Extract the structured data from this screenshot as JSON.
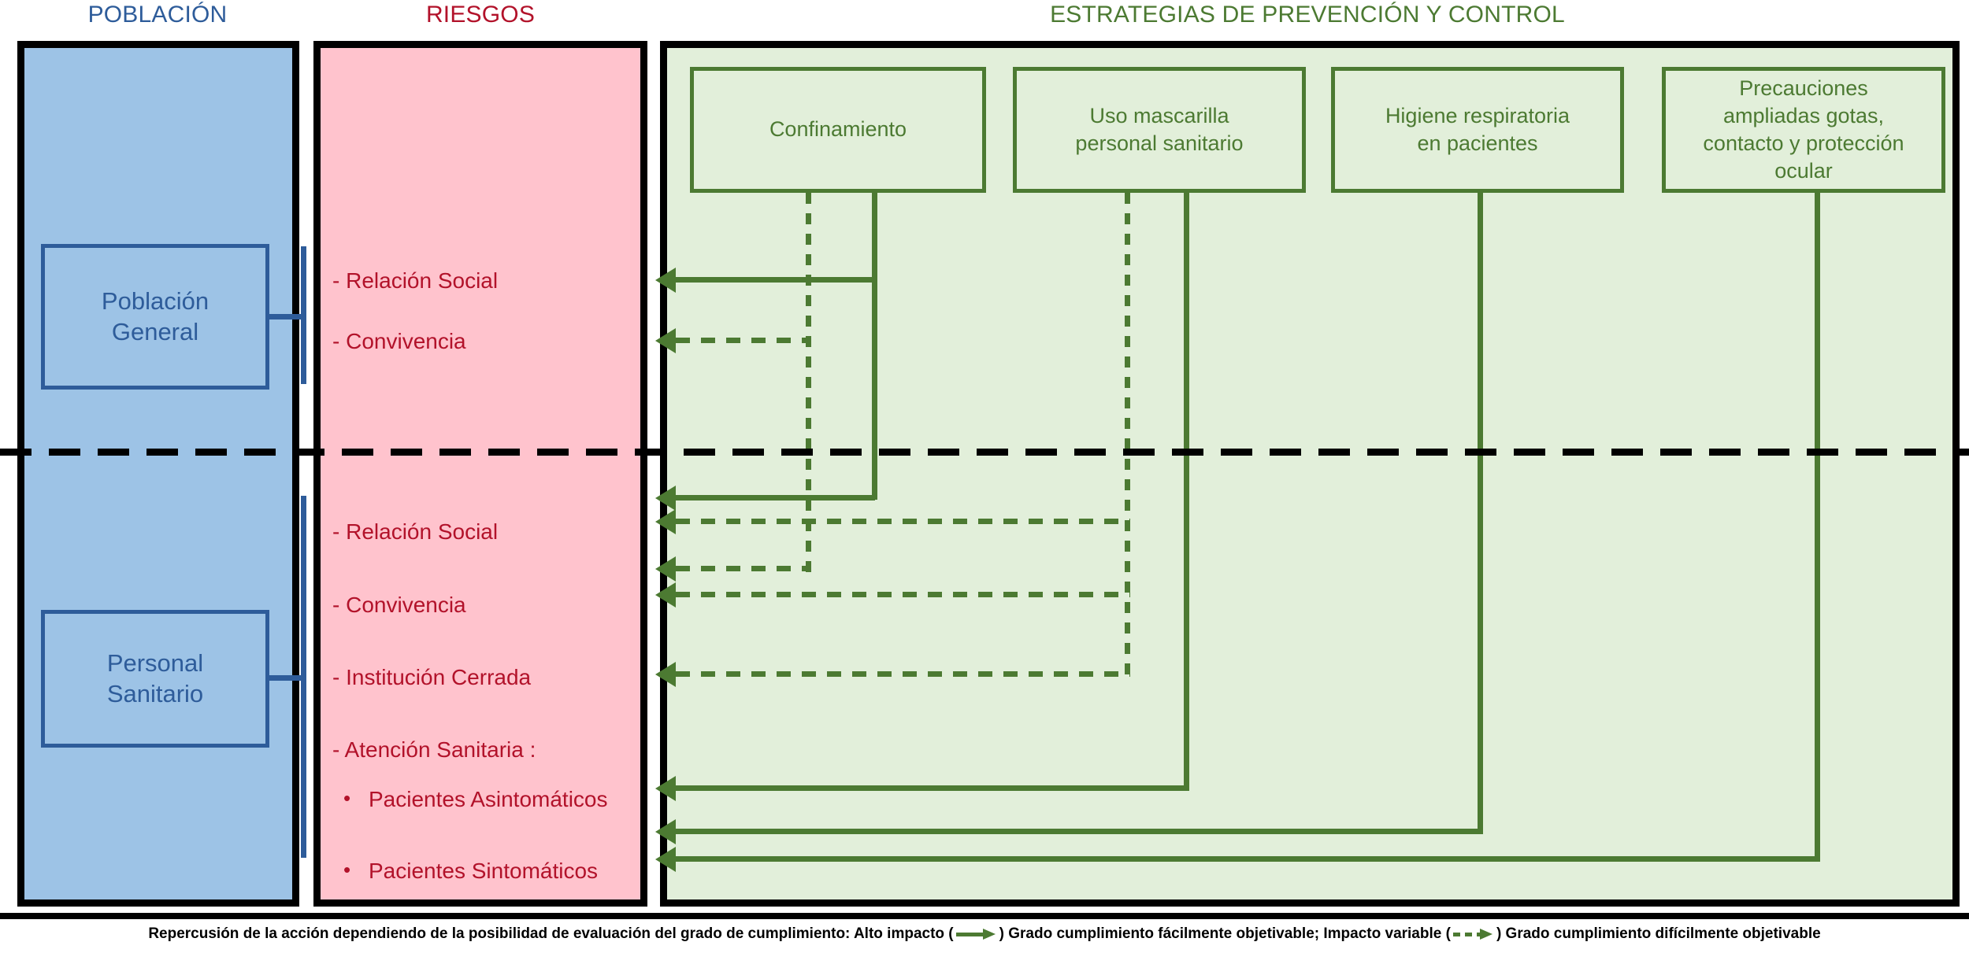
{
  "headers": {
    "poblacion": "POBLACIÓN",
    "riesgos": "RIESGOS",
    "estrategias": "ESTRATEGIAS DE PREVENCIÓN Y CONTROL"
  },
  "colors": {
    "poblacion_fill": "#9DC3E6",
    "poblacion_text": "#2E5C9A",
    "riesgos_fill": "#FFC3CD",
    "riesgos_text": "#B2122A",
    "estrategias_fill": "#E2EFDA",
    "estrategias_text": "#4C7A32",
    "frame": "#000000"
  },
  "population": [
    {
      "id": "general",
      "line1": "Población",
      "line2": "General"
    },
    {
      "id": "sanitario",
      "line1": "Personal",
      "line2": "Sanitario"
    }
  ],
  "risks": {
    "general": [
      {
        "label": "- Relación Social"
      },
      {
        "label": "- Convivencia"
      }
    ],
    "sanitario": [
      {
        "label": "- Relación Social"
      },
      {
        "label": "- Convivencia"
      },
      {
        "label": "- Institución Cerrada"
      },
      {
        "label": "- Atención  Sanitaria :"
      }
    ],
    "sanitario_bullets": [
      {
        "label": "Pacientes  Asintomáticos"
      },
      {
        "label": "Pacientes  Sintomáticos"
      }
    ]
  },
  "strategies": [
    {
      "id": "confinamiento",
      "line1": "Confinamiento",
      "line2": "",
      "line3": "",
      "line4": ""
    },
    {
      "id": "mascarilla",
      "line1": "Uso mascarilla",
      "line2": "personal sanitario",
      "line3": "",
      "line4": ""
    },
    {
      "id": "higiene",
      "line1": "Higiene respiratoria",
      "line2": "en pacientes",
      "line3": "",
      "line4": ""
    },
    {
      "id": "precauciones",
      "line1": "Precauciones",
      "line2": "ampliadas gotas,",
      "line3": "contacto y protección",
      "line4": "ocular"
    }
  ],
  "legend": {
    "prefix": "Repercusión de la acción dependiendo de la posibilidad de evaluación del grado de cumplimiento: Alto impacto (",
    "mid": ") Grado cumplimiento fácilmente objetivable; Impacto variable (",
    "suffix": ") Grado cumplimiento difícilmente objetivable",
    "solid_arrow_name": "high-impact-solid-arrow",
    "dashed_arrow_name": "variable-impact-dashed-arrow"
  },
  "connections": [
    {
      "from": "confinamiento",
      "to": "general / Relación Social",
      "style": "solid"
    },
    {
      "from": "confinamiento",
      "to": "general / Convivencia",
      "style": "dashed"
    },
    {
      "from": "confinamiento",
      "to": "sanitario / Relación Social",
      "style": "solid"
    },
    {
      "from": "confinamiento",
      "to": "sanitario / Convivencia",
      "style": "dashed"
    },
    {
      "from": "mascarilla",
      "to": "sanitario / Relación Social",
      "style": "dashed"
    },
    {
      "from": "mascarilla",
      "to": "sanitario / Convivencia",
      "style": "dashed"
    },
    {
      "from": "mascarilla",
      "to": "sanitario / Institución Cerrada",
      "style": "dashed"
    },
    {
      "from": "mascarilla",
      "to": "Pacientes Asintomáticos",
      "style": "solid"
    },
    {
      "from": "higiene",
      "to": "Pacientes Sintomáticos",
      "style": "solid"
    },
    {
      "from": "precauciones",
      "to": "Pacientes Sintomáticos",
      "style": "solid"
    }
  ]
}
